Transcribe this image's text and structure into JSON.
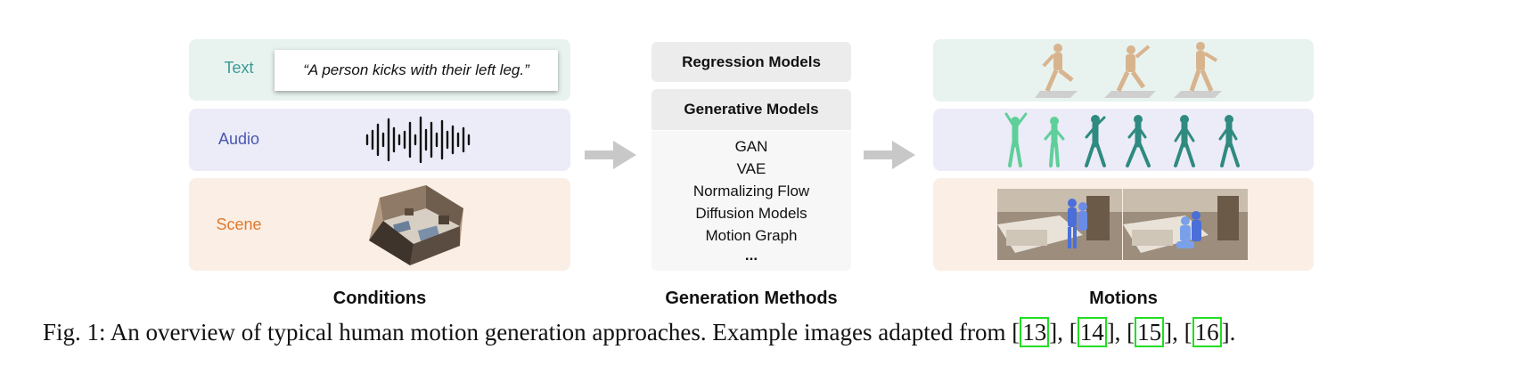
{
  "figure": {
    "conditions": {
      "text_label": "Text",
      "text_example": "“A person kicks with their left leg.”",
      "audio_label": "Audio",
      "scene_label": "Scene",
      "column_title": "Conditions"
    },
    "methods": {
      "regression": "Regression Models",
      "generative": "Generative Models",
      "items": [
        "GAN",
        "VAE",
        "Normalizing Flow",
        "Diffusion Models",
        "Motion Graph",
        "..."
      ],
      "column_title": "Generation Methods"
    },
    "motions": {
      "column_title": "Motions"
    },
    "colors": {
      "text_label": "#3a9a96",
      "audio_label": "#4a56b0",
      "scene_label": "#e07a2e",
      "reference_box": "#22dd22"
    }
  },
  "caption": {
    "prefix": "Fig. 1: An overview of typical human motion generation approaches. Example images adapted from ",
    "refs": [
      "13",
      "14",
      "15",
      "16"
    ]
  }
}
